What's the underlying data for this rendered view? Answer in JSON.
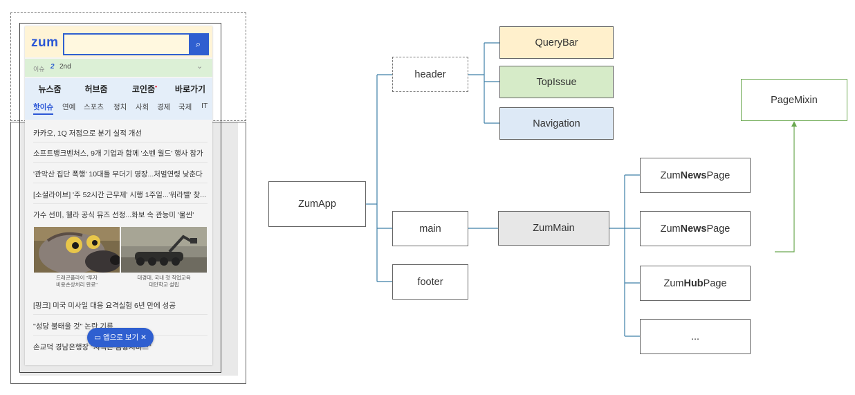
{
  "phone": {
    "logo": "zum",
    "search_icon": "search-icon",
    "issue": {
      "label": "이슈",
      "rank": "2",
      "text": "2nd"
    },
    "main_tabs": [
      {
        "label": "뉴스줌",
        "dot": ""
      },
      {
        "label": "허브줌",
        "dot": ""
      },
      {
        "label": "코인줌",
        "dot": "•"
      },
      {
        "label": "바로가기",
        "dot": ""
      }
    ],
    "sub_tabs": [
      "핫이슈",
      "연예",
      "스포츠",
      "정치",
      "사회",
      "경제",
      "국제",
      "IT"
    ],
    "news_top": [
      "카카오, 1Q 저점으로 분기 실적 개선",
      "소프트뱅크벤처스, 9개 기업과 함께 '소벤 월드' 행사 참가",
      "'관악산 집단 폭행' 10대들 무더기 영장...처벌연령 낮춘다",
      "[소셜라이브] '주 52시간 근무제' 시행 1주일...'워라밸' 찾...",
      "가수 선미, 웰라 공식 뮤즈 선정...화보 속 관능미 '물씬'"
    ],
    "thumbs": [
      {
        "caption1": "드래곤플라이 \"투자",
        "caption2": "비용손상처리 완료\""
      },
      {
        "caption1": "대경대, 국내 첫 직업교육",
        "caption2": "대안학교 설립"
      }
    ],
    "news_bottom": [
      "[핑크] 미국 미사일 대응 요격실험 6년 만에 성공",
      "\"성당 불태울 것\" 논란 기류",
      "손교덕 경남은행장 \"지역은 금융서비스\""
    ],
    "app_button": "▭ 앱으로 보기 ✕"
  },
  "diagram": {
    "zumapp": "ZumApp",
    "header": "header",
    "main": "main",
    "footer": "footer",
    "querybar": "QueryBar",
    "topissue": "TopIssue",
    "navigation": "Navigation",
    "zummain": "ZumMain",
    "pagemixin": "PageMixin",
    "pages": [
      {
        "prefix": "Zum",
        "bold": "News",
        "suffix": "Page"
      },
      {
        "prefix": "Zum",
        "bold": "News",
        "suffix": "Page"
      },
      {
        "prefix": "Zum",
        "bold": "Hub",
        "suffix": "Page"
      },
      {
        "prefix": "...",
        "bold": "",
        "suffix": ""
      }
    ]
  },
  "colors": {
    "connector": "#3d7fa8",
    "inheritance": "#6aa84f",
    "zum_blue": "#2f5fd0",
    "querybar_fill": "#fff0cc",
    "topissue_fill": "#d6ebc8",
    "navigation_fill": "#dde9f6"
  }
}
